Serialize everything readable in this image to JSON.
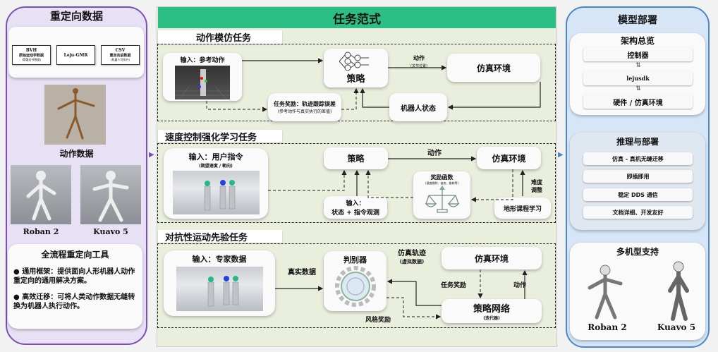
{
  "left": {
    "title": "重定向数据",
    "flow": [
      {
        "title": "BVH",
        "sub": "原始运动学数据",
        "note": "(骨骼关节数据)"
      },
      {
        "title": "Leju-GMR"
      },
      {
        "title": "CSV",
        "sub": "重定向后数据",
        "note": "(机器人可执行)"
      }
    ],
    "motion_label": "动作数据",
    "robots": [
      "Roban 2",
      "Kuavo 5"
    ],
    "tool": {
      "title": "全流程重定向工具",
      "bullets": [
        "●  通用框架：提供面向人形机器人动作重定向的通用解决方案。",
        "●  高效迁移：可将人类动作数据无缝转换为机器人执行动作。"
      ]
    }
  },
  "center": {
    "title": "任务范式",
    "title_color": "#2bbf86",
    "imitation": {
      "tab": "动作模仿任务",
      "input": "输入：参考动作",
      "policy": "策略",
      "action": "动作",
      "action_sub": "(关节位置)",
      "env": "仿真环境",
      "reward": "任务奖励：轨迹跟踪误差",
      "reward_sub": "(参考动作与真实执行的差值)",
      "state": "机器人状态"
    },
    "velocity": {
      "tab": "速度控制强化学习任务",
      "input": "输入：用户指令",
      "input_sub": "(期望速度 / 朝向)",
      "policy": "策略",
      "action": "动作",
      "env": "仿真环境",
      "reward": "奖励函数",
      "reward_sub": "(速度跟踪、姿态、能耗等)",
      "obs_1": "输入：",
      "obs_2": "状态 + 指令观测",
      "difficulty": "难度\n调整",
      "terrain": "地形课程学习"
    },
    "adversarial": {
      "tab": "对抗性运动先验任务",
      "input": "输入：专家数据",
      "real": "真实数据",
      "disc": "判别器",
      "traj": "仿真轨迹",
      "traj_sub": "(虚拟数据)",
      "env": "仿真环境",
      "task_reward": "任务奖励",
      "action": "动作",
      "policy": "策略网络",
      "policy_sub": "(迭代器)",
      "style": "风格奖励"
    }
  },
  "right": {
    "title": "模型部署",
    "arch": {
      "title": "架构总览",
      "items": [
        "控制器",
        "lejusdk",
        "硬件 / 仿真环境"
      ],
      "arrow": "⇅"
    },
    "infer": {
      "title": "推理与部署",
      "items": [
        "仿真 - 真机无缝迁移",
        "即插即用",
        "稳定 DDS 通信",
        "文档详细、开发友好"
      ]
    },
    "multi": {
      "title": "多机型支持",
      "robots": [
        "Roban 2",
        "Kuavo 5"
      ]
    }
  },
  "colors": {
    "left_bg": "#e8e0f4",
    "left_border": "#7b4fb8",
    "center_bg": "#e9eedd",
    "right_bg": "#d6e6f6",
    "right_border": "#4a86c8"
  }
}
